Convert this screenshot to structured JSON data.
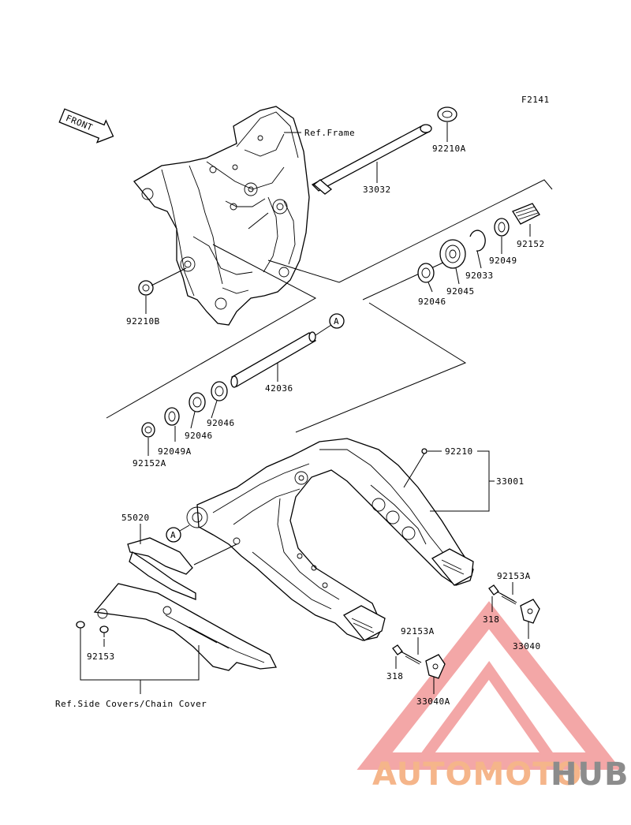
{
  "figure_code": "F2141",
  "front_label": "FRONT",
  "callout_letter": "A",
  "labels": {
    "ref_frame": "Ref.Frame",
    "p92210A": "92210A",
    "p33032": "33032",
    "p92152": "92152",
    "p92049": "92049",
    "p92033": "92033",
    "p92045": "92045",
    "p92046_top": "92046",
    "p92210B": "92210B",
    "p42036": "42036",
    "p92046_mid": "92046",
    "p92046_low": "92046",
    "p92049A": "92049A",
    "p92152A": "92152A",
    "p92210": "92210",
    "p33001": "33001",
    "p55020": "55020",
    "p92153A_right": "92153A",
    "p318_right": "318",
    "p33040": "33040",
    "p92153A_mid": "92153A",
    "p318_mid": "318",
    "p33040A": "33040A",
    "p92153": "92153",
    "ref_covers": "Ref.Side Covers/Chain Cover"
  },
  "watermark": {
    "word_auto": "AUTOMOTO",
    "word_hub": "HUB",
    "colors": {
      "triangle": "#f08a8a",
      "auto": "#f5b58a",
      "hub": "#8c8c8c"
    }
  }
}
